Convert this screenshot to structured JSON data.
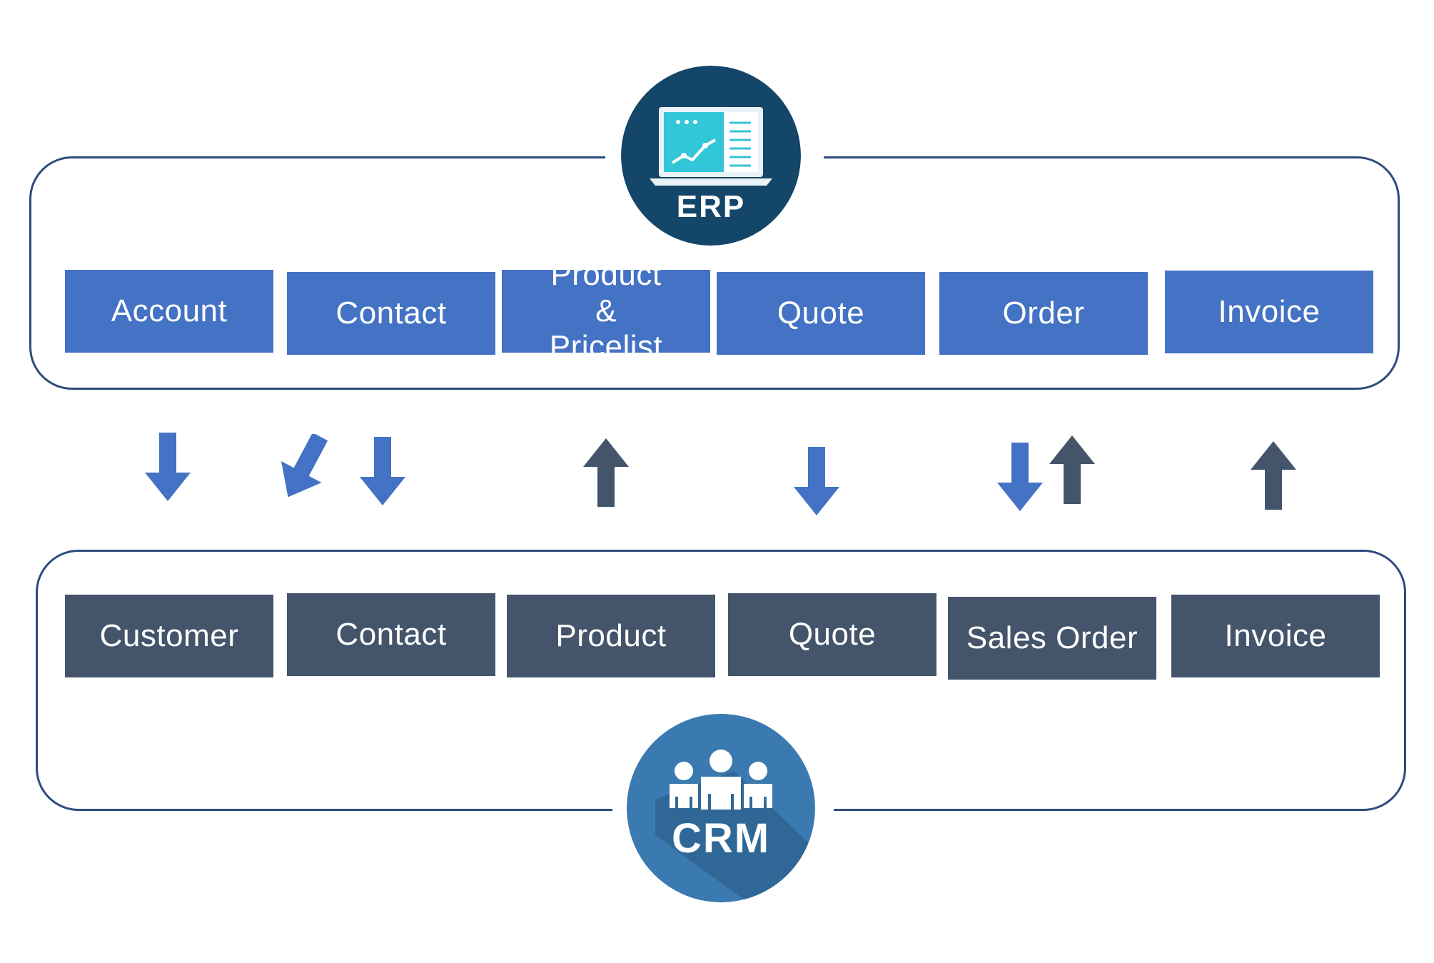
{
  "erp": {
    "logo_text": "ERP",
    "entities": [
      {
        "label": "Account"
      },
      {
        "label": "Contact"
      },
      {
        "label": "Product & Pricelist"
      },
      {
        "label": "Quote"
      },
      {
        "label": "Order"
      },
      {
        "label": "Invoice"
      }
    ]
  },
  "crm": {
    "logo_text": "CRM",
    "entities": [
      {
        "label": "Customer"
      },
      {
        "label": "Contact"
      },
      {
        "label": "Product"
      },
      {
        "label": "Quote"
      },
      {
        "label": "Sales Order"
      },
      {
        "label": "Invoice"
      }
    ]
  },
  "colors": {
    "erp_box": "#4472c4",
    "crm_box": "#44546a",
    "panel_border": "#2f4b7c",
    "arrow_erp_to_crm": "#4472c4",
    "arrow_crm_to_erp": "#44546a",
    "erp_logo_bg": "#14466a",
    "crm_logo_bg": "#3a7ab0"
  },
  "arrows": [
    {
      "name": "account-to-customer-arrow",
      "direction": "down",
      "meaning": "ERP to CRM"
    },
    {
      "name": "account-to-contact-arrow",
      "direction": "down-left",
      "meaning": "ERP to CRM"
    },
    {
      "name": "contact-to-contact-arrow",
      "direction": "down",
      "meaning": "ERP to CRM"
    },
    {
      "name": "product-sync-arrow",
      "direction": "up",
      "meaning": "CRM to ERP"
    },
    {
      "name": "quote-sync-arrow",
      "direction": "down",
      "meaning": "ERP to CRM"
    },
    {
      "name": "order-down-arrow",
      "direction": "down",
      "meaning": "ERP to CRM"
    },
    {
      "name": "order-up-arrow",
      "direction": "up",
      "meaning": "CRM to ERP"
    },
    {
      "name": "invoice-sync-arrow",
      "direction": "up",
      "meaning": "CRM to ERP"
    }
  ]
}
